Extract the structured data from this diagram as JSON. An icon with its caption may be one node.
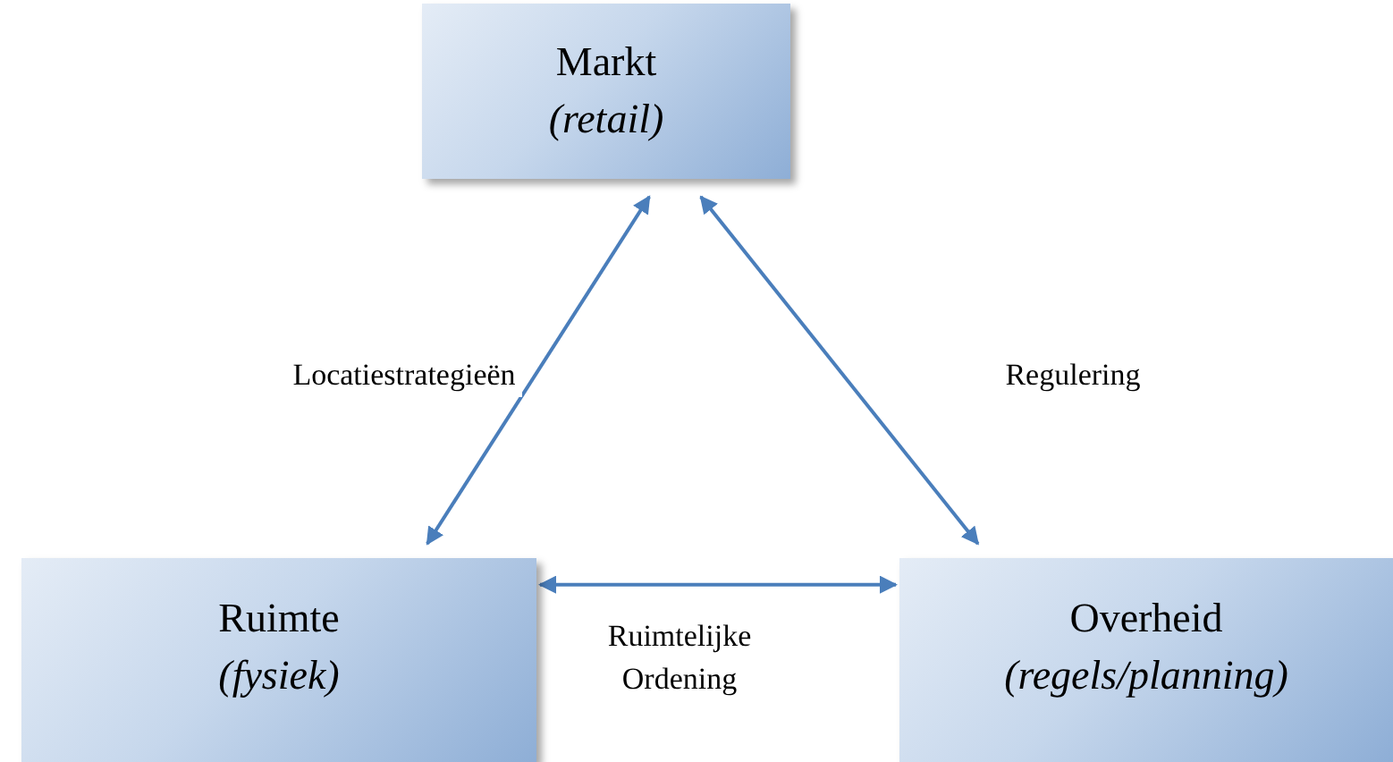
{
  "diagram": {
    "nodes": [
      {
        "text": [
          "Markt",
          "(retail)"
        ]
      },
      {
        "text": [
          "Ruimte",
          "(fysiek)"
        ]
      },
      {
        "text": [
          "Overheid",
          "(regels/planning)"
        ]
      }
    ],
    "edges": [
      {
        "from": 0,
        "to": 1,
        "arrow": "both",
        "label": "Locatiestrategieën"
      },
      {
        "from": 0,
        "to": 2,
        "arrow": "both",
        "label": "Regulering"
      },
      {
        "from": 1,
        "to": 2,
        "arrow": "both",
        "label": "Ruimtelijke Ordening"
      }
    ]
  }
}
